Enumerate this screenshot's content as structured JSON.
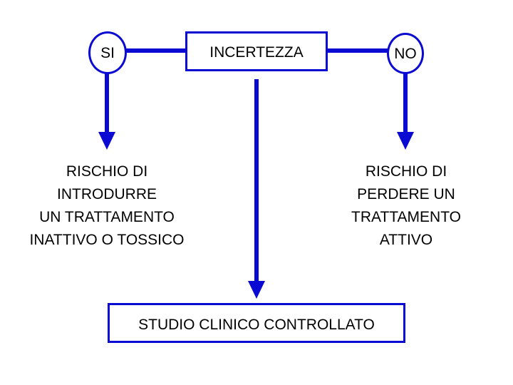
{
  "diagram": {
    "yes_label": "SI",
    "uncertainty_label": "INCERTEZZA",
    "no_label": "NO",
    "left_risk_lines": [
      "RISCHIO DI",
      "INTRODURRE",
      "UN TRATTAMENTO",
      "INATTIVO O TOSSICO"
    ],
    "right_risk_lines": [
      "RISCHIO DI",
      "PERDERE UN",
      "TRATTAMENTO",
      "ATTIVO"
    ],
    "study_label": "STUDIO CLINICO CONTROLLATO"
  },
  "colors": {
    "line": "#0a0ad2",
    "text": "#000000",
    "background": "#ffffff"
  }
}
